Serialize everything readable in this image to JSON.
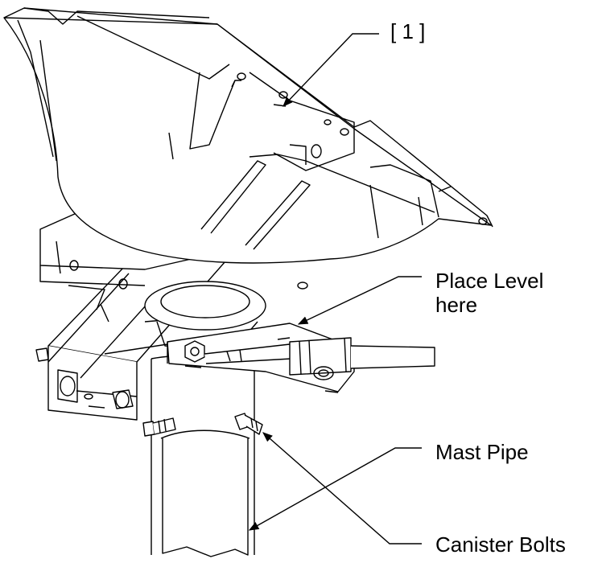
{
  "callouts": {
    "part_ref": "[ 1 ]",
    "place_level": "Place Level\nhere",
    "mast_pipe": "Mast Pipe",
    "canister_bolts": "Canister Bolts"
  },
  "colors": {
    "line": "#000000",
    "background": "#ffffff"
  }
}
